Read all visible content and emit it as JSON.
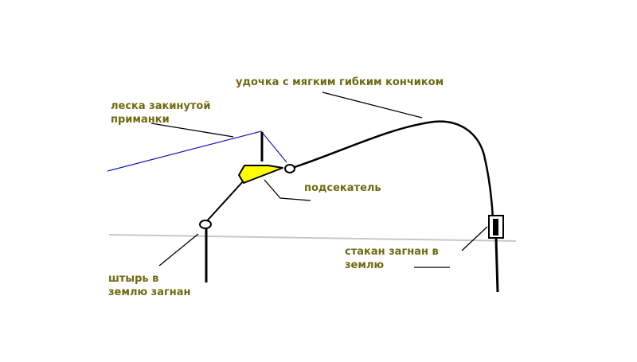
{
  "labels": {
    "rod": "удочка с мягким гибким кончиком",
    "line_1": "леска закинутой",
    "line_2": "приманки",
    "hooker": "подсекатель",
    "pin_1": "штырь в",
    "pin_2": "землю загнан",
    "cup_1": "стакан загнан в",
    "cup_2": "землю"
  },
  "colors": {
    "label": "#6e6a10",
    "fishing_line": "#1a1ab4",
    "ground": "#c8c8c8",
    "hooker_fill": "#ffff00",
    "rod": "#000000"
  }
}
